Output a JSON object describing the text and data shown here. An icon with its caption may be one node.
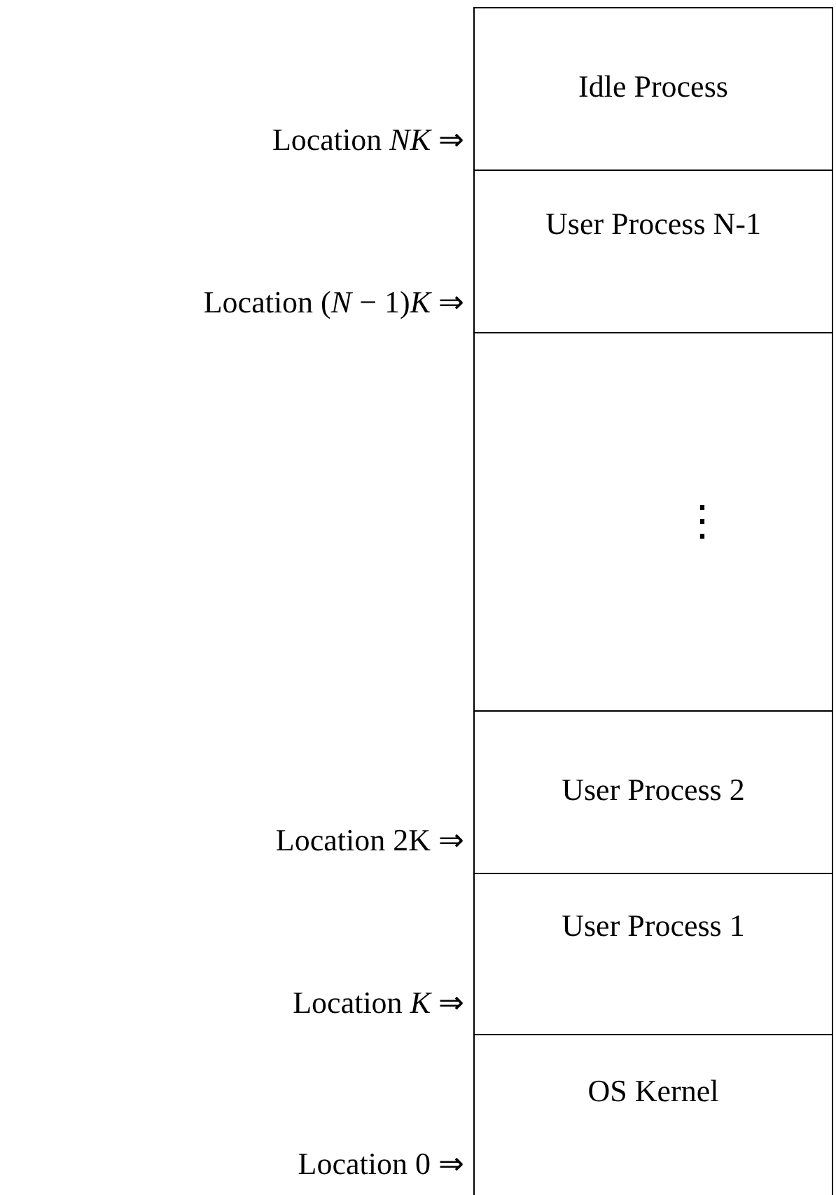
{
  "diagram": {
    "nodes": [
      {
        "text": [
          "Idle Process"
        ]
      },
      {
        "text": [
          "User Process N-1"
        ]
      },
      {
        "text": [
          "⋮"
        ]
      },
      {
        "text": [
          "User Process 2"
        ]
      },
      {
        "text": [
          "User Process 1"
        ]
      },
      {
        "text": [
          "OS Kernel"
        ]
      }
    ],
    "labels": [
      "Location *NK* ⇒",
      "Location (*N* − 1)*K* ⇒",
      "Location 2K ⇒",
      "Location *K* ⇒",
      "Location 0 ⇒"
    ]
  }
}
